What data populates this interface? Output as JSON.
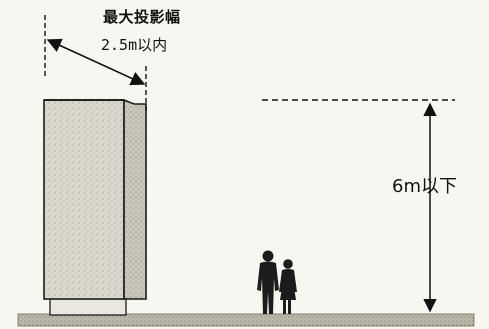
{
  "labels": {
    "max_projection_title": "最大投影幅",
    "max_projection_value": "2.5m以内",
    "max_height": "6m以下"
  },
  "colors": {
    "background": "#f7f6f1",
    "ground": "#b9b5a6",
    "sign_face": "#d9d6cc",
    "sign_side": "#cfcbc0",
    "outline": "#1a1a1a",
    "figure": "#1c1c1c"
  }
}
